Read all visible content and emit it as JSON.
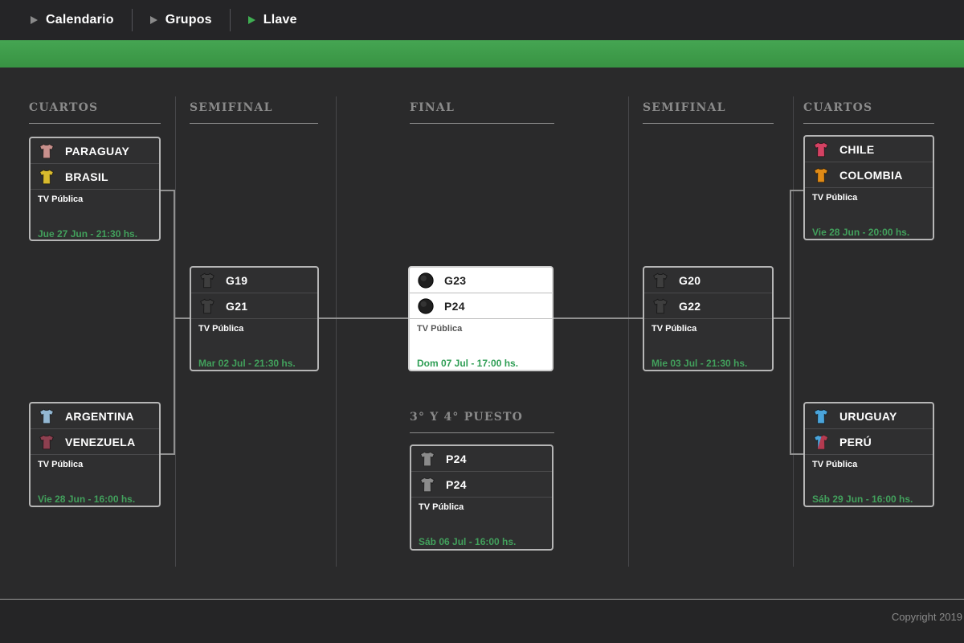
{
  "nav": {
    "items": [
      {
        "label": "Calendario",
        "active": false
      },
      {
        "label": "Grupos",
        "active": false
      },
      {
        "label": "Llave",
        "active": true
      }
    ]
  },
  "colors": {
    "accent_green": "#3a9a47",
    "active_nav_arrow": "#3fae52",
    "date_green": "#42a05c",
    "card_border": "#b6b6b6",
    "page_background": "#2a2a2b"
  },
  "bracket": {
    "columns": [
      {
        "title": "CUARTOS"
      },
      {
        "title": "SEMIFINAL"
      },
      {
        "title": "FINAL"
      },
      {
        "title": "SEMIFINAL"
      },
      {
        "title": "CUARTOS"
      }
    ],
    "third_place_title": "3° Y 4° PUESTO",
    "matches": {
      "qf1": {
        "team1": "PARAGUAY",
        "team2": "BRASIL",
        "color1": "#c8908c",
        "color2": "#d9bb2e",
        "tv": "TV Pública",
        "date": "Jue 27 Jun - 21:30 hs."
      },
      "qf2": {
        "team1": "ARGENTINA",
        "team2": "VENEZUELA",
        "color1": "#93b7d2",
        "color2": "#8e4050",
        "tv": "TV Pública",
        "date": "Vie 28 Jun - 16:00 hs."
      },
      "sf1": {
        "team1": "G19",
        "team2": "G21",
        "color1": "#3e3e3e",
        "color2": "#3e3e3e",
        "tv": "TV Pública",
        "date": "Mar 02 Jul - 21:30 hs."
      },
      "final": {
        "team1": "G23",
        "team2": "P24",
        "color1": "#1f1f1f",
        "color2": "#1f1f1f",
        "tv": "TV Pública",
        "date": "Dom 07 Jul - 17:00 hs."
      },
      "third": {
        "team1": "P24",
        "team2": "P24",
        "color1": "#8b8b8b",
        "color2": "#8b8b8b",
        "tv": "TV Pública",
        "date": "Sáb 06 Jul - 16:00 hs."
      },
      "sf2": {
        "team1": "G20",
        "team2": "G22",
        "color1": "#3e3e3e",
        "color2": "#3e3e3e",
        "tv": "TV Pública",
        "date": "Mie 03 Jul - 21:30 hs."
      },
      "qf3": {
        "team1": "CHILE",
        "team2": "COLOMBIA",
        "color1": "#d44263",
        "color2": "#df8a16",
        "tv": "TV Pública",
        "date": "Vie 28 Jun - 20:00 hs."
      },
      "qf4": {
        "team1": "URUGUAY",
        "team2": "PERÚ",
        "color1": "#4aa4da",
        "color2": "#dcdcdc",
        "tv": "TV Pública",
        "date": "Sáb 29 Jun - 16:00 hs."
      }
    }
  },
  "footer": {
    "copyright": "Copyright 2019"
  }
}
